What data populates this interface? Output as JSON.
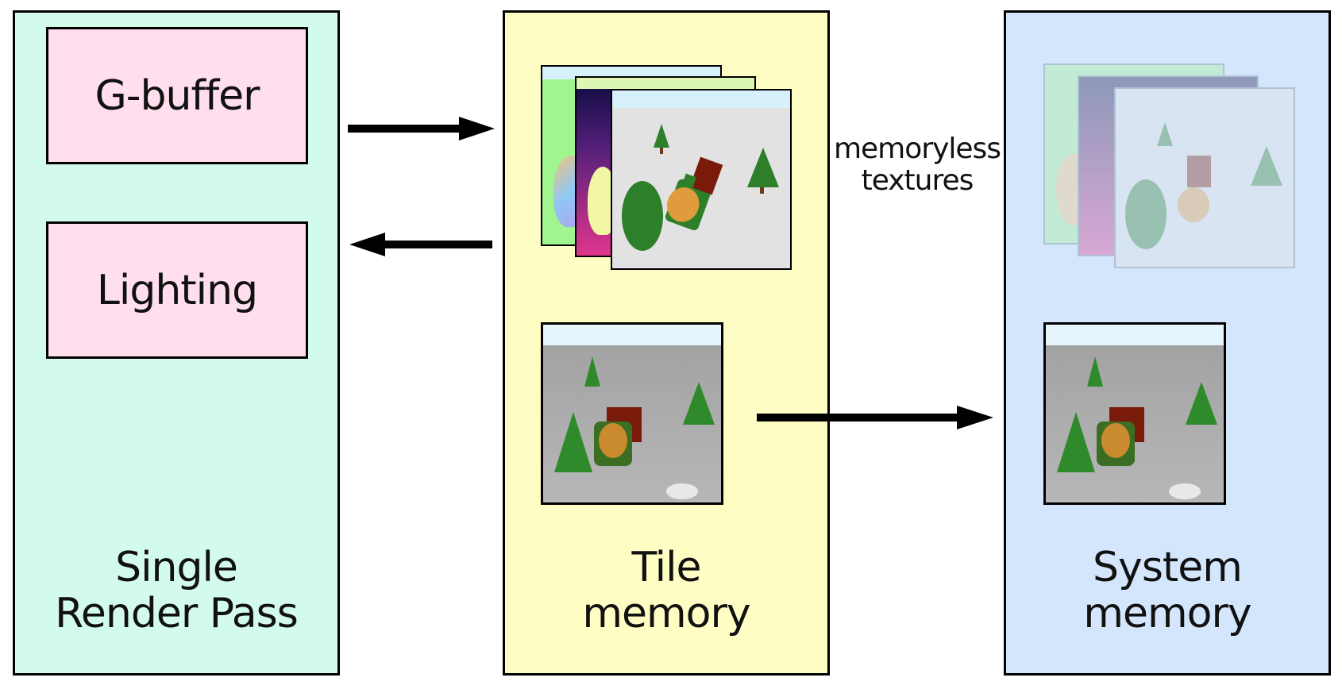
{
  "panels": {
    "render_pass": {
      "title_line1": "Single",
      "title_line2": "Render Pass",
      "color": "#d3fbec"
    },
    "tile": {
      "title_line1": "Tile",
      "title_line2": "memory",
      "color": "#fefdc3"
    },
    "system": {
      "title_line1": "System",
      "title_line2": "memory",
      "color": "#d4e6fc"
    }
  },
  "stages": {
    "gbuffer": "G-buffer",
    "lighting": "Lighting"
  },
  "memoryless_label": {
    "line1": "memoryless",
    "line2": "textures"
  },
  "colors": {
    "stage_fill": "#ffdeee",
    "border": "#000000",
    "normals": "#a0f58e",
    "gradient_top": "#0c0b40",
    "gradient_bottom": "#e0358c",
    "albedo_bg": "#e2e2e2",
    "sky": "#d6f1fb",
    "tree": "#2e7f2a",
    "train_cab": "#7a1a0a",
    "train_body": "#e09c3c"
  },
  "icons": [
    "right-arrow-icon",
    "left-arrow-icon",
    "tree-icon",
    "toy-train-icon"
  ]
}
